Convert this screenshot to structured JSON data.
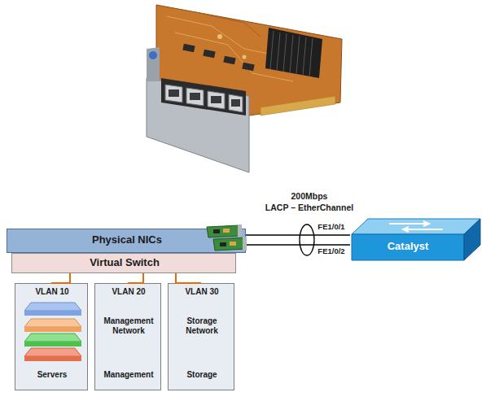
{
  "diagram": {
    "nodes": [
      {
        "text": [
          "Physical NICs"
        ]
      },
      {
        "text": [
          "Virtual Switch"
        ]
      },
      {
        "text": [
          "VLAN 10",
          "Servers"
        ]
      },
      {
        "text": [
          "VLAN 20",
          "Management Network",
          "Management"
        ]
      },
      {
        "text": [
          "VLAN 30",
          "Storage Network",
          "Storage"
        ]
      },
      {
        "text": [
          "Catalyst"
        ]
      }
    ],
    "edges": [
      {
        "from": 0,
        "to": 5,
        "arrow": "none",
        "label": "FE1/0/1"
      },
      {
        "from": 0,
        "to": 5,
        "arrow": "none",
        "label": "FE1/0/2"
      },
      {
        "from": 1,
        "to": 2,
        "arrow": "none"
      },
      {
        "from": 1,
        "to": 3,
        "arrow": "none"
      },
      {
        "from": 1,
        "to": 4,
        "arrow": "none"
      }
    ],
    "labels": [
      "200Mbps",
      "LACP – EtherChannel"
    ]
  }
}
